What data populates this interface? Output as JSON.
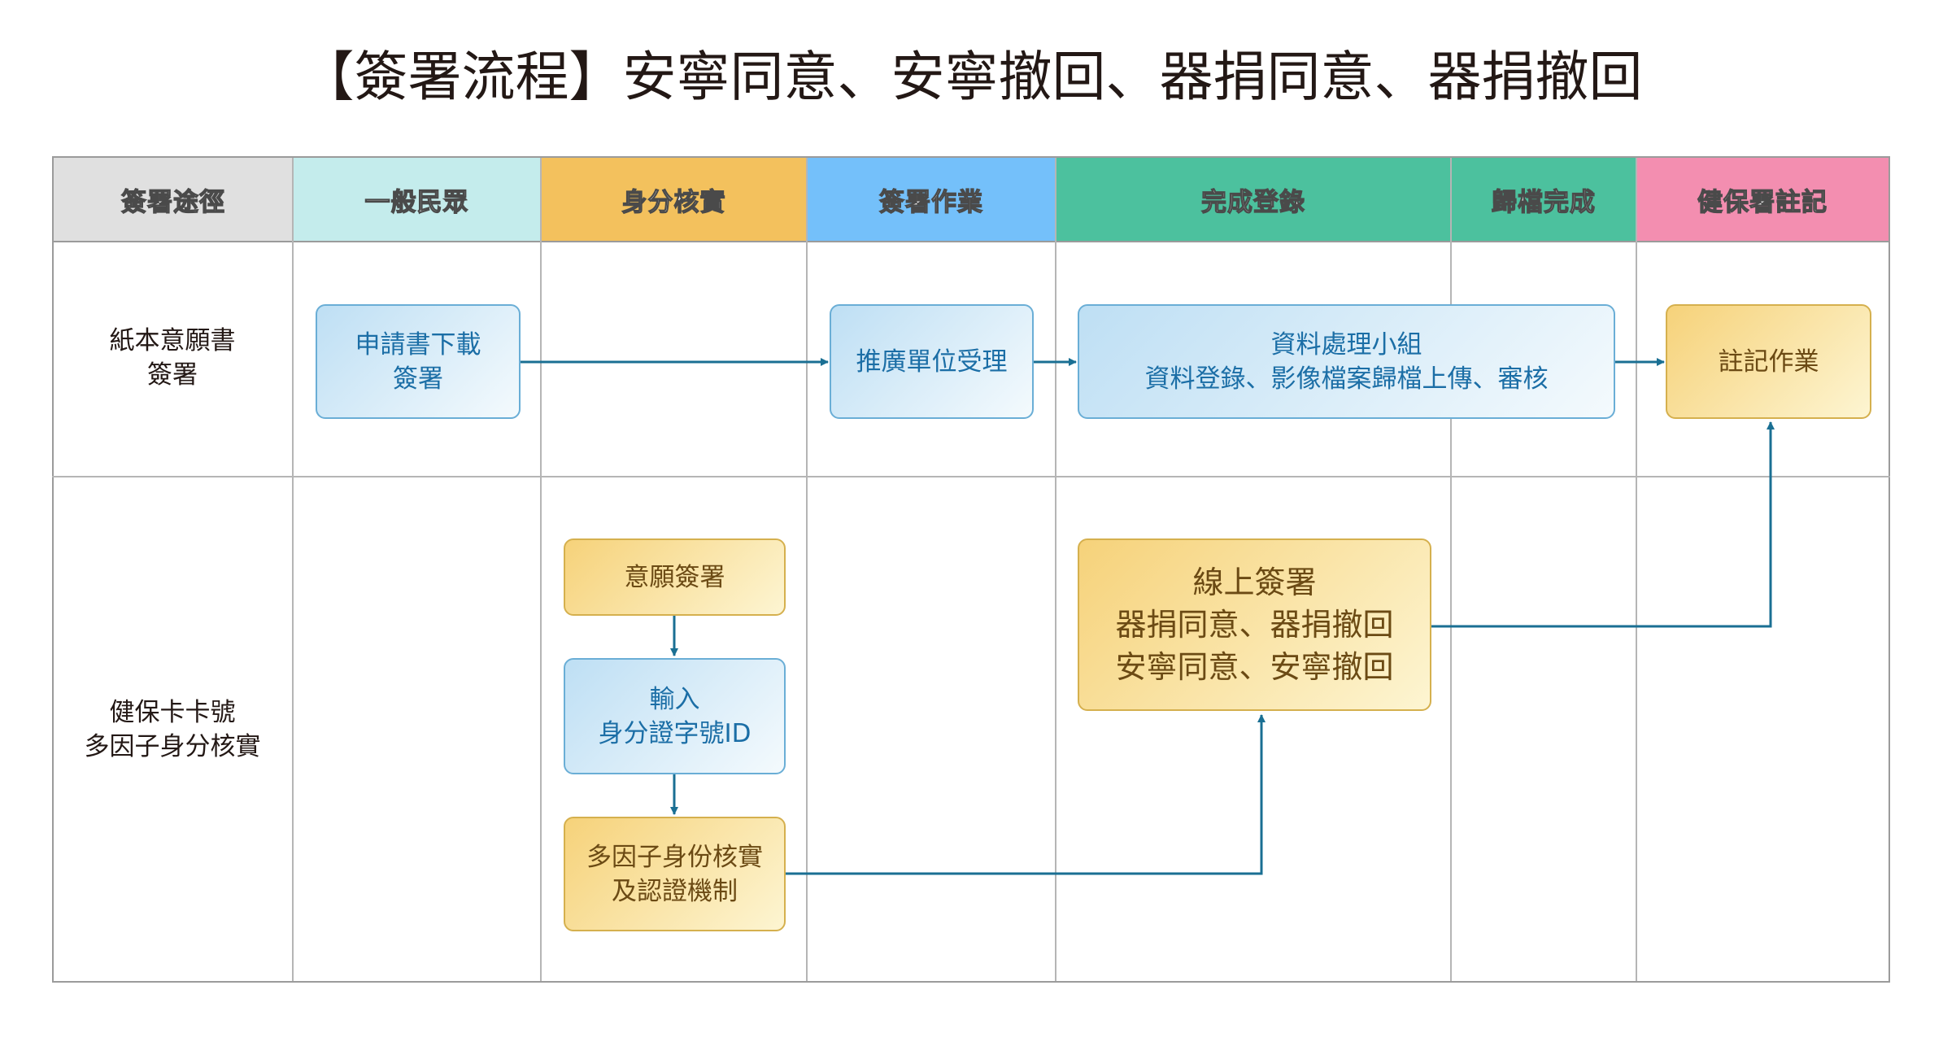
{
  "title": "【簽署流程】安寧同意、安寧撤回、器捐同意、器捐撤回",
  "colors": {
    "lane_path": "#e0e0e0",
    "lane_public": "#c4ecec",
    "lane_identity": "#f3c15d",
    "lane_signing": "#74c0fa",
    "lane_registration": "#4cc19e",
    "lane_archive": "#4cc19e",
    "lane_nhia": "#f38eb0",
    "arrow": "#1a6f93"
  },
  "columns": [
    {
      "label": "簽署途徑"
    },
    {
      "label": "一般民眾"
    },
    {
      "label": "身分核實"
    },
    {
      "label": "簽署作業"
    },
    {
      "label": "完成登錄"
    },
    {
      "label": "歸檔完成"
    },
    {
      "label": "健保署註記"
    }
  ],
  "rows": [
    {
      "line1": "紙本意願書",
      "line2": "簽署"
    },
    {
      "line1": "健保卡卡號",
      "line2": "多因子身分核實"
    }
  ],
  "nodes": {
    "download": {
      "line1": "申請書下載",
      "line2": "簽署"
    },
    "promotion": {
      "line1": "推廣單位受理"
    },
    "data_team": {
      "line1": "資料處理小組",
      "line2": "資料登錄、影像檔案歸檔上傳、審核"
    },
    "annotation": {
      "line1": "註記作業"
    },
    "willing_sign": {
      "line1": "意願簽署"
    },
    "input_id": {
      "line1": "輸入",
      "line2": "身分證字號ID"
    },
    "mfa": {
      "line1": "多因子身份核實",
      "line2": "及認證機制"
    },
    "online_sign": {
      "line1": "線上簽署",
      "line2": "器捐同意、器捐撤回",
      "line3": "安寧同意、安寧撤回"
    }
  }
}
